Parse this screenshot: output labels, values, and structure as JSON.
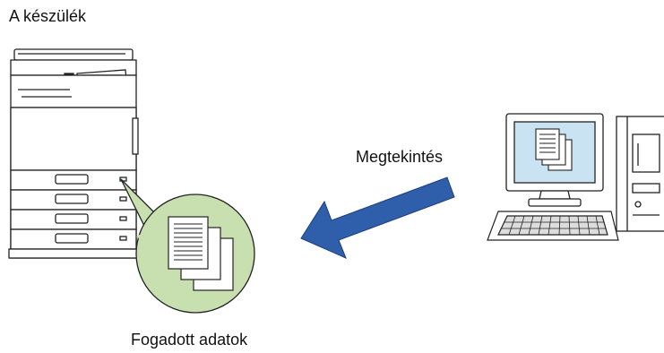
{
  "labels": {
    "device": "A készülék",
    "view": "Megtekintés",
    "received": "Fogadott adatok"
  },
  "colors": {
    "arrow": "#2f5eab",
    "bubble_fill": "#c8e0b0",
    "screen": "#c9e3f2",
    "outline": "#222222"
  },
  "icons": [
    "printer-icon",
    "documents-icon",
    "computer-icon",
    "tower-icon",
    "keyboard-icon"
  ]
}
